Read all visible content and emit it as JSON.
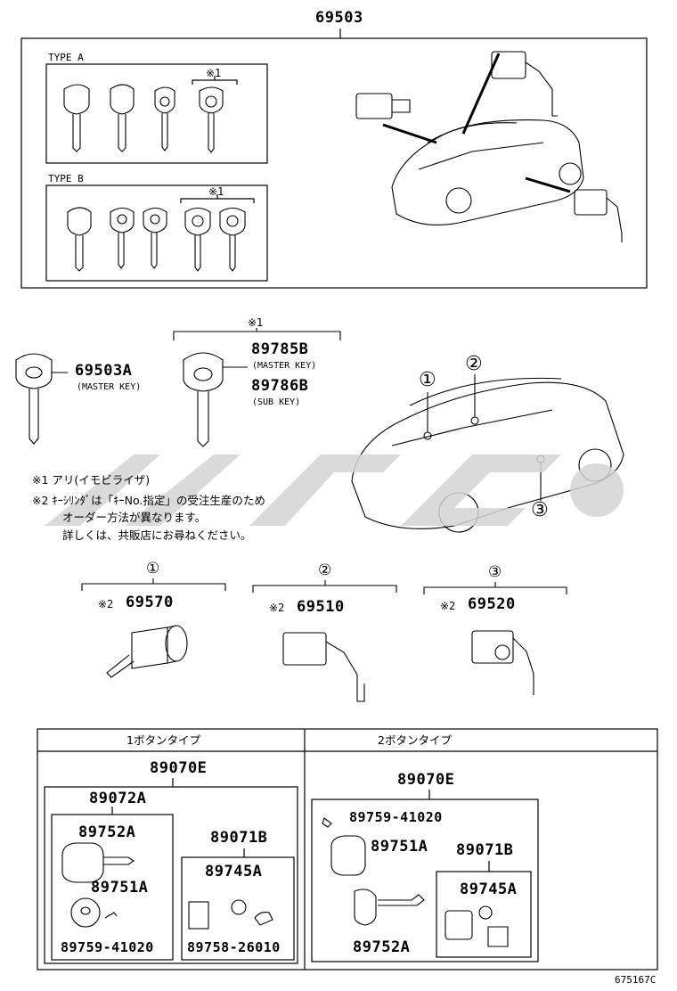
{
  "top": {
    "part_main": "69503",
    "type_a": "TYPE A",
    "type_b": "TYPE B",
    "mark1": "※1"
  },
  "keys": {
    "mark1": "※1",
    "key_69503a": "69503A",
    "key_69503a_sub": "(MASTER KEY)",
    "key_89785b": "89785B",
    "key_89785b_sub": "(MASTER KEY)",
    "key_89786b": "89786B",
    "key_89786b_sub": "(SUB KEY)"
  },
  "notes": {
    "n1": "※1  アリ(イモビライザ)",
    "n2": "※2  ｷｰｼﾘﾝﾀﾞは「ｷｰNo.指定」の受注生産のため",
    "n3": "オーダー方法が異なります。",
    "n4": "詳しくは、共販店にお尋ねください。"
  },
  "locations": {
    "c1": "①",
    "c2": "②",
    "c3": "③"
  },
  "cylinders": {
    "p1_mark": "※2",
    "p1": "69570",
    "p2_mark": "※2",
    "p2": "69510",
    "p3_mark": "※2",
    "p3": "69520"
  },
  "remote": {
    "left_title": "1ボタンタイプ",
    "right_title": "2ボタンタイプ",
    "left_assy": "89070E",
    "right_assy": "89070E",
    "l_89072a": "89072A",
    "l_89752a": "89752A",
    "l_89751a": "89751A",
    "l_89759": "89759-41020",
    "l_89071b": "89071B",
    "l_89745a": "89745A",
    "l_89758": "89758-26010",
    "r_89759": "89759-41020",
    "r_89751a": "89751A",
    "r_89071b": "89071B",
    "r_89745a": "89745A",
    "r_89752a": "89752A"
  },
  "figure_code": "675167C",
  "colors": {
    "line": "#000000",
    "watermark": "#d4d4d4"
  }
}
